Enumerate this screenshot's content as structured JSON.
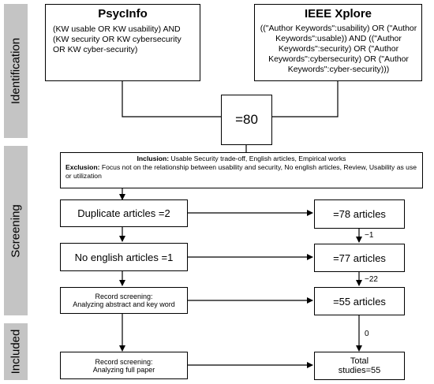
{
  "phases": {
    "identification": "Identification",
    "screening": "Screening",
    "included": "Included"
  },
  "psycinfo": {
    "title": "PsycInfo",
    "query": "(KW usable OR KW usability) AND (KW security OR KW cybersecurity OR KW cyber-security)"
  },
  "ieee": {
    "title": "IEEE Xplore",
    "query": "((\"Author Keywords\":usability) OR (\"Author Keywords\":usable)) AND ((\"Author Keywords\":security) OR (\"Author Keywords\":cybersecurity) OR (\"Author Keywords\":cyber-security)))"
  },
  "total": "=80",
  "criteria": {
    "inclusion_label": "Inclusion:",
    "inclusion_text": " Usable Security trade-off, English articles, Empirical works",
    "exclusion_label": "Exclusion:",
    "exclusion_text": " Focus not on the relationship between usability and security, No english articles, Review, Usability as use or utilization"
  },
  "left_steps": {
    "duplicates": "Duplicate articles =2",
    "no_english": "No english articles =1",
    "record_screening_1_line1": "Record screening:",
    "record_screening_1_line2": "Analyzing abstract and key word",
    "record_screening_2_line1": "Record screening:",
    "record_screening_2_line2": "Analyzing full paper"
  },
  "right_steps": {
    "after_duplicates": "=78 articles",
    "after_no_english": "=77 articles",
    "after_abstract": "=55 articles",
    "total_line1": "Total",
    "total_line2": "studies=55"
  },
  "deltas": {
    "first": "−1",
    "second": "−22",
    "third": "0"
  }
}
